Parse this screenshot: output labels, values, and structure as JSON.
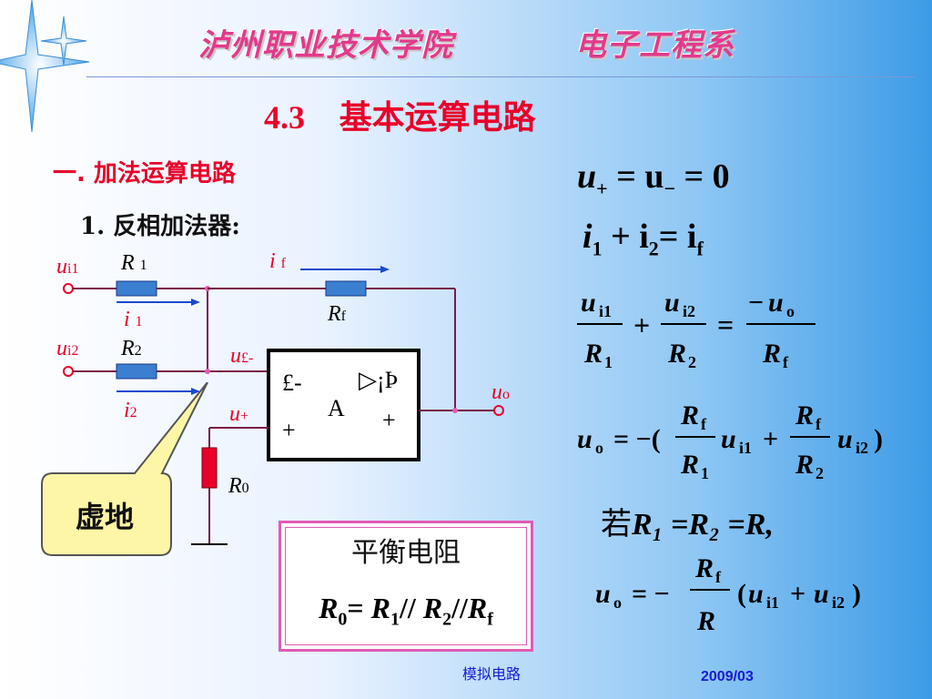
{
  "header": {
    "school": "泸州职业技术学院",
    "dept": "电子工程系"
  },
  "title": {
    "num": "4.3",
    "text": "基本运算电路"
  },
  "section": {
    "label": "一. 加法运算电路"
  },
  "subsection": {
    "label": "1. 反相加法器:"
  },
  "circuit": {
    "ui1": "u",
    "ui1_sub": "i1",
    "r1": "R",
    "r1_sub": "1",
    "i1": "i",
    "i1_sub": "1",
    "ui2": "u",
    "ui2_sub": "i2",
    "r2": "R",
    "r2_sub": "2",
    "i2": "i",
    "i2_sub": "2",
    "if": "i",
    "if_sub": "f",
    "rf": "R",
    "rf_sub": "f",
    "u_minus": "u",
    "u_minus_sub": "£-",
    "u_plus": "u",
    "u_plus_sub": "+",
    "op_minus": "£-",
    "op_plus_left": "+",
    "op_symbol": "▷¡Þ",
    "op_plus_right": "+",
    "op_A": "A",
    "uo": "u",
    "uo_sub": "o",
    "r0": "R",
    "r0_sub": "0"
  },
  "callout": {
    "text": "虚地"
  },
  "balance": {
    "title": "平衡电阻",
    "formula_r0": "R",
    "formula_sub0": "0",
    "eq": "= ",
    "r1": "R",
    "sub1": "1",
    "sep1": "// ",
    "r2": "R",
    "sub2": "2",
    "sep2": "//",
    "rf": "R",
    "subf": "f"
  },
  "equations": {
    "eq1_a": "u",
    "eq1_a_sub": "+",
    "eq1_b": " = u",
    "eq1_b_sub": "−",
    "eq1_c": " = 0",
    "eq2_a": "i",
    "eq2_a_sub": "1",
    "eq2_b": " + i",
    "eq2_b_sub": "2",
    "eq2_c": "= i",
    "eq2_c_sub": "f",
    "cond_prefix": "若",
    "cond_text": "R₁ =R₂ =R,"
  },
  "footer": {
    "left": "模拟电路",
    "right": "2009/03"
  }
}
